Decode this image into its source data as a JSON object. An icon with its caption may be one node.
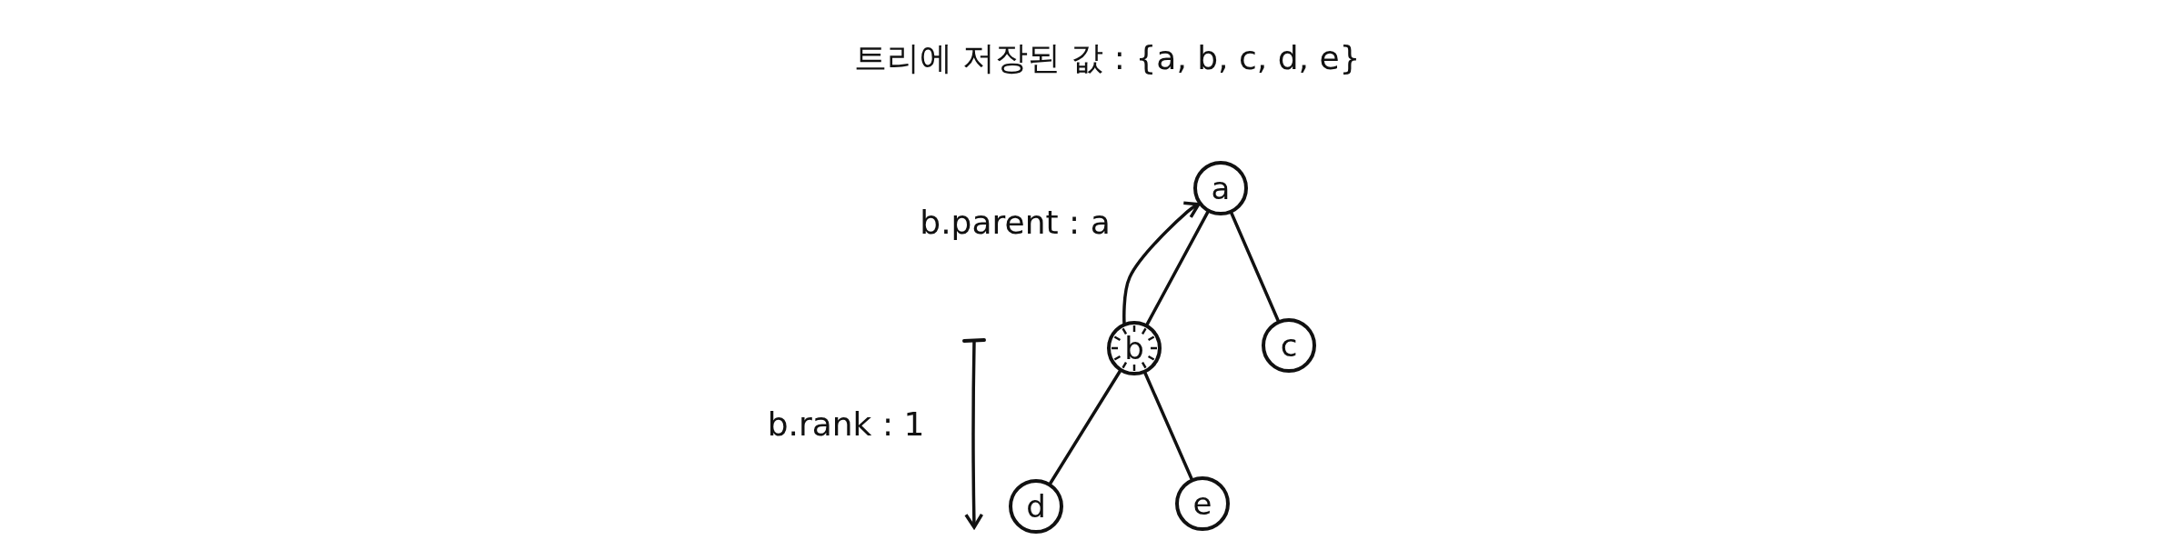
{
  "diagram": {
    "title": "트리에 저장된 값 : {a, b, c, d, e}",
    "nodes": [
      {
        "text": [
          "a"
        ]
      },
      {
        "text": [
          "b"
        ]
      },
      {
        "text": [
          "c"
        ]
      },
      {
        "text": [
          "d"
        ]
      },
      {
        "text": [
          "e"
        ]
      }
    ],
    "edges": [
      {
        "from": 0,
        "to": 1,
        "arrow": "none"
      },
      {
        "from": 0,
        "to": 2,
        "arrow": "none"
      },
      {
        "from": 1,
        "to": 3,
        "arrow": "none"
      },
      {
        "from": 1,
        "to": 4,
        "arrow": "none"
      },
      {
        "from": 1,
        "to": 0,
        "arrow": "to",
        "label": "b.parent : a"
      }
    ],
    "labels": [
      "b.rank : 1"
    ]
  }
}
